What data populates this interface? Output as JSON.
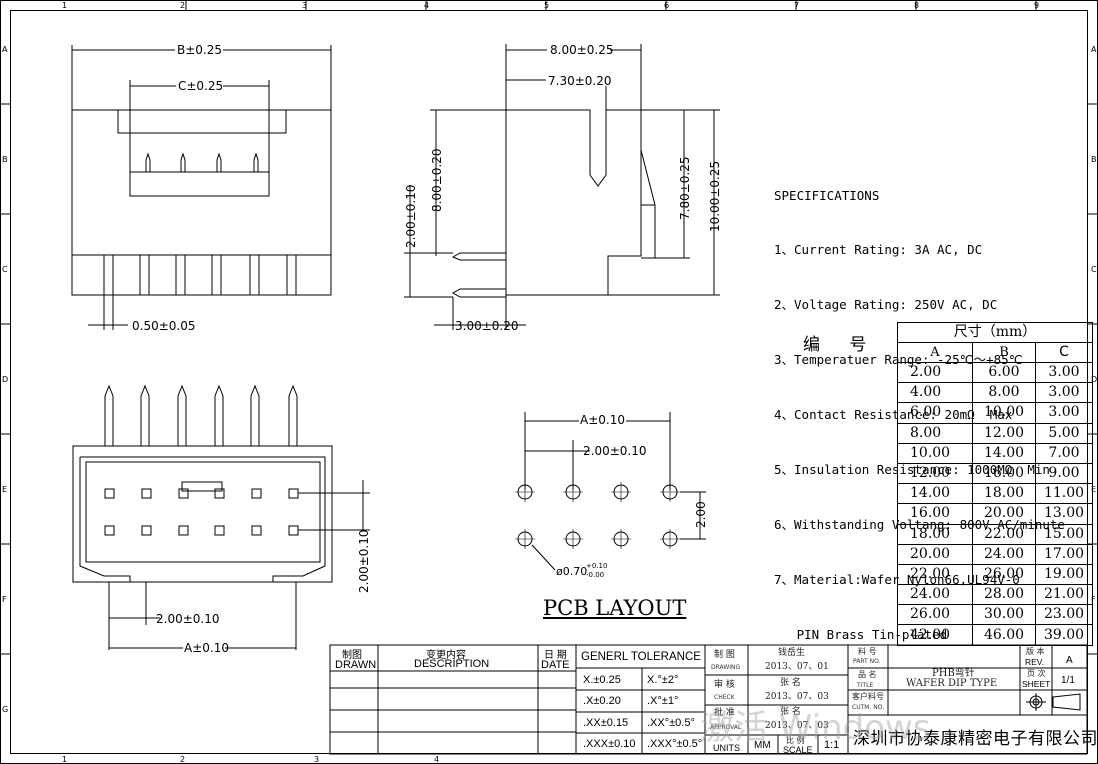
{
  "border": {
    "col_numbers": [
      "1",
      "2",
      "3",
      "4",
      "5",
      "6",
      "7",
      "8",
      "9"
    ],
    "row_letters": [
      "A",
      "B",
      "C",
      "D",
      "E",
      "F",
      "G"
    ]
  },
  "views": {
    "front": {
      "dim_b": "B±0.25",
      "dim_c": "C±0.25",
      "dim_pin": "0.50±0.05"
    },
    "side": {
      "dim_800": "8.00±0.25",
      "dim_730": "7.30±0.20",
      "dim_800v": "8.00±0.20",
      "dim_200": "2.00±0.10",
      "dim_780": "7.80±0.25",
      "dim_1000": "10.00±0.25",
      "dim_300": "3.00±0.20"
    },
    "top": {
      "dim_pitch": "2.00±0.10",
      "dim_a": "A±0.10",
      "dim_row": "2.00±0.10"
    },
    "pcb": {
      "dim_a": "A±0.10",
      "dim_pitch": "2.00±0.10",
      "dim_row": "2.00",
      "hole": "ø0.70",
      "hole_tol_up": "+0.10",
      "hole_tol_dn": "-0.00",
      "title": "PCB LAYOUT"
    }
  },
  "specifications": {
    "title": "SPECIFICATIONS",
    "lines": [
      "1、Current Rating: 3A AC, DC",
      "2、Voltage Rating: 250V AC, DC",
      "3、Temperatuer Range: -25℃～+85℃",
      "4、Contact Resistance: 20mΩ  Max",
      "5、Insulation Resistance: 1000MΩ  Min",
      "6、Withstanding Voltang: 800V AC/minute",
      "7、Material:Wafer Nylon66,UL94V-0",
      "   PIN Brass Tin-plated"
    ]
  },
  "dim_table": {
    "label": "编  号",
    "header": "尺寸（mm）",
    "columns": [
      "A",
      "B",
      "C"
    ],
    "rows": [
      [
        "2.00",
        "6.00",
        "3.00"
      ],
      [
        "4.00",
        "8.00",
        "3.00"
      ],
      [
        "6.00",
        "10.00",
        "3.00"
      ],
      [
        "8.00",
        "12.00",
        "5.00"
      ],
      [
        "10.00",
        "14.00",
        "7.00"
      ],
      [
        "12.00",
        "16.00",
        "9.00"
      ],
      [
        "14.00",
        "18.00",
        "11.00"
      ],
      [
        "16.00",
        "20.00",
        "13.00"
      ],
      [
        "18.00",
        "22.00",
        "15.00"
      ],
      [
        "20.00",
        "24.00",
        "17.00"
      ],
      [
        "22.00",
        "26.00",
        "19.00"
      ],
      [
        "24.00",
        "28.00",
        "21.00"
      ],
      [
        "26.00",
        "30.00",
        "23.00"
      ],
      [
        "42.00",
        "46.00",
        "39.00"
      ]
    ]
  },
  "title_block": {
    "drawn_cn": "制图",
    "drawn": "DRAWN",
    "desc_cn": "变更内容",
    "desc": "DESCRIPTION",
    "date_cn": "日 期",
    "date": "DATE",
    "tolerance": "GENERL TOLERANCE",
    "tol_rows": [
      [
        "X.±0.25",
        "X.°±2°"
      ],
      [
        ".X±0.20",
        ".X°±1°"
      ],
      [
        ".XX±0.15",
        ".XX°±0.5°"
      ],
      [
        ".XXX±0.10",
        ".XXX°±0.5°"
      ]
    ],
    "draw_cn": "制 图",
    "draw_en": "DRAWING",
    "drawer": "钱岳生",
    "draw_date": "2013、07、01",
    "check_cn": "审 核",
    "check_en": "CHECK",
    "checker": "张 名",
    "check_date": "2013、07、03",
    "approve_cn": "批 准",
    "approve_en": "APPROVAL",
    "approver": "张 名",
    "approve_date": "2013、07、03",
    "units": "UNITS",
    "units_val": "MM",
    "scale": "SCALE",
    "scale_val": "1:1",
    "scale_cn": "比 例",
    "part_cn": "料 号",
    "part_en": "PART NO.",
    "title_cn": "品 名",
    "title_en": "TITLE",
    "title_val1": "PHB弯针",
    "title_val2": "WAFER DIP TYPE",
    "cust_cn": "客户料号",
    "cust_en": "CUTM. NO.",
    "rev_cn": "版 本",
    "rev": "REV.",
    "rev_val": "A",
    "sheet_cn": "页 次",
    "sheet": "SHEET",
    "sheet_val": "1/1",
    "company": "深圳市协泰康精密电子有限公司"
  },
  "watermark": "激活 Windows"
}
